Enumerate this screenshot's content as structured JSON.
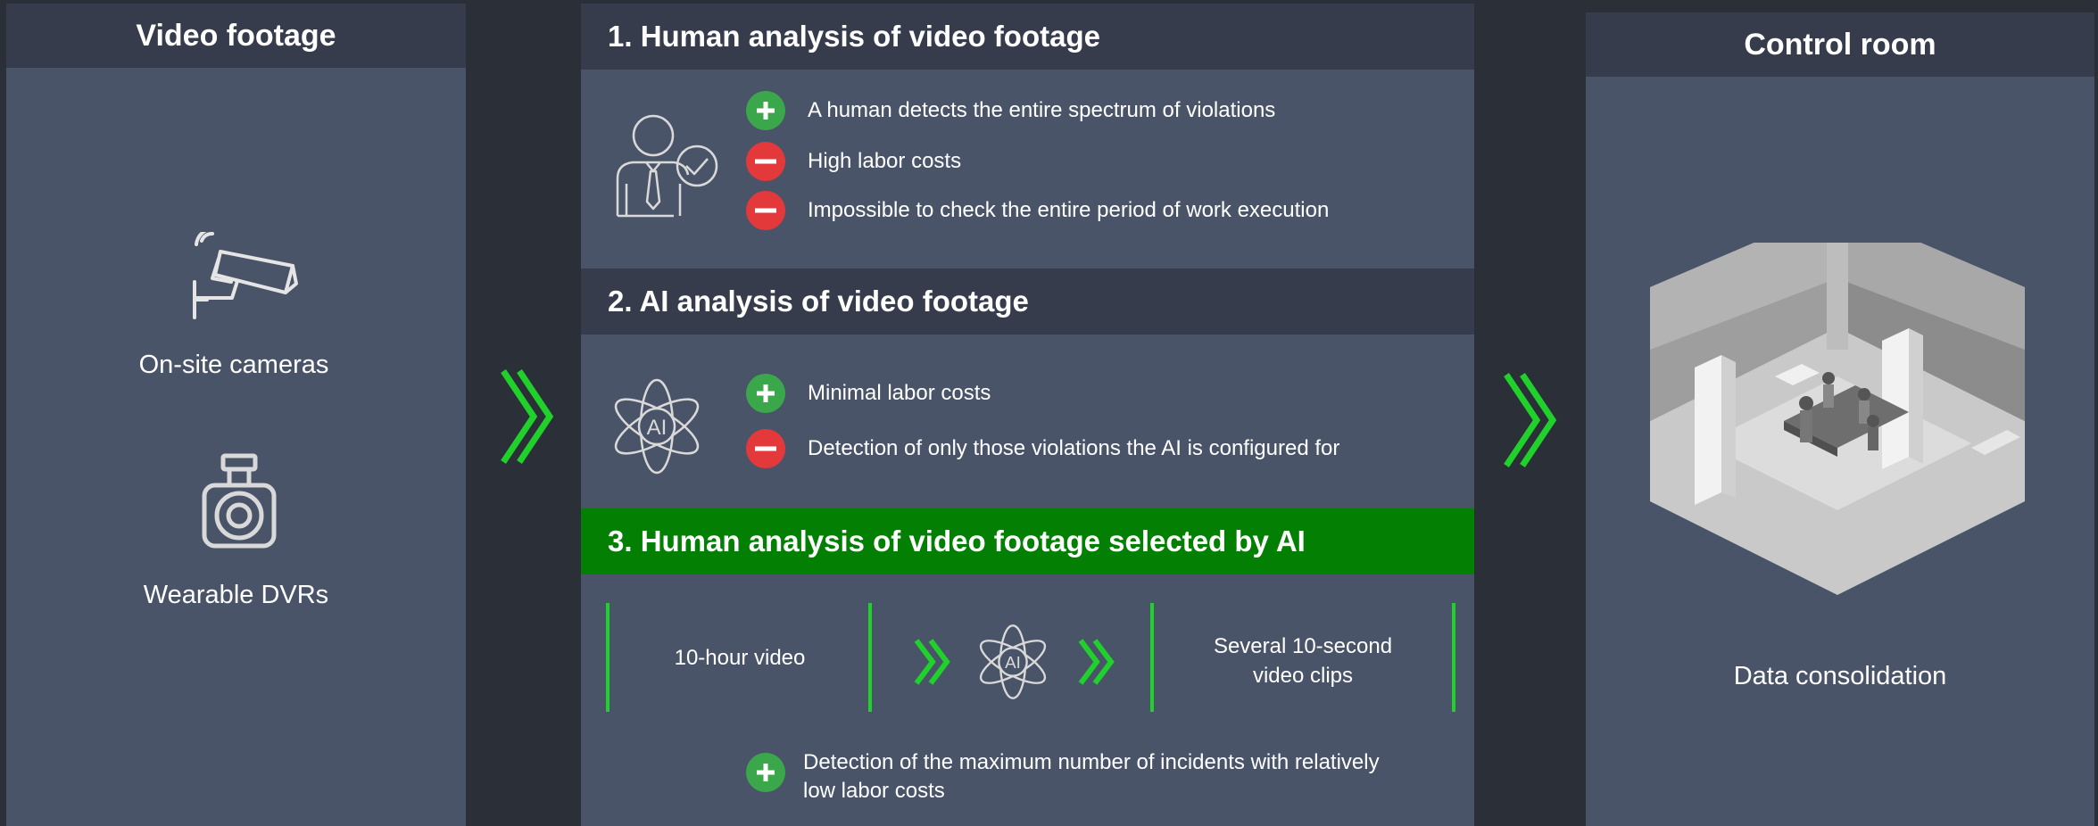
{
  "left_panel": {
    "title": "Video footage",
    "items": [
      {
        "label": "On-site cameras",
        "icon": "cctv-camera-icon"
      },
      {
        "label": "Wearable DVRs",
        "icon": "body-camera-icon"
      }
    ]
  },
  "section1": {
    "title": "1. Human analysis of video footage",
    "icon": "human-inspector-icon",
    "bullets": [
      {
        "type": "plus",
        "text": "A human detects the entire spectrum of violations"
      },
      {
        "type": "minus",
        "text": "High labor costs"
      },
      {
        "type": "minus",
        "text": "Impossible to check the entire period of work execution"
      }
    ]
  },
  "section2": {
    "title": "2. AI analysis of video footage",
    "icon": "ai-atom-icon",
    "bullets": [
      {
        "type": "plus",
        "text": "Minimal labor costs"
      },
      {
        "type": "minus",
        "text": "Detection of only those violations the AI is configured for"
      }
    ]
  },
  "section3": {
    "title": "3. Human analysis of video footage selected by AI",
    "flow": {
      "input": "10-hour video",
      "output_line1": "Several 10-second",
      "output_line2": "video clips"
    },
    "bullet": {
      "type": "plus",
      "line1": "Detection of the maximum number of incidents with relatively",
      "line2": "low labor costs"
    }
  },
  "right_panel": {
    "title": "Control room",
    "caption": "Data consolidation",
    "illustration": "isometric-control-room-illustration"
  },
  "colors": {
    "page_bg": "#2b2f38",
    "panel_bg": "#4a5469",
    "header_bg": "#363c4c",
    "highlight_header": "#038003",
    "arrow_green": "#1fd12a",
    "plus_green": "#3aa84a",
    "minus_red": "#e4393b"
  }
}
